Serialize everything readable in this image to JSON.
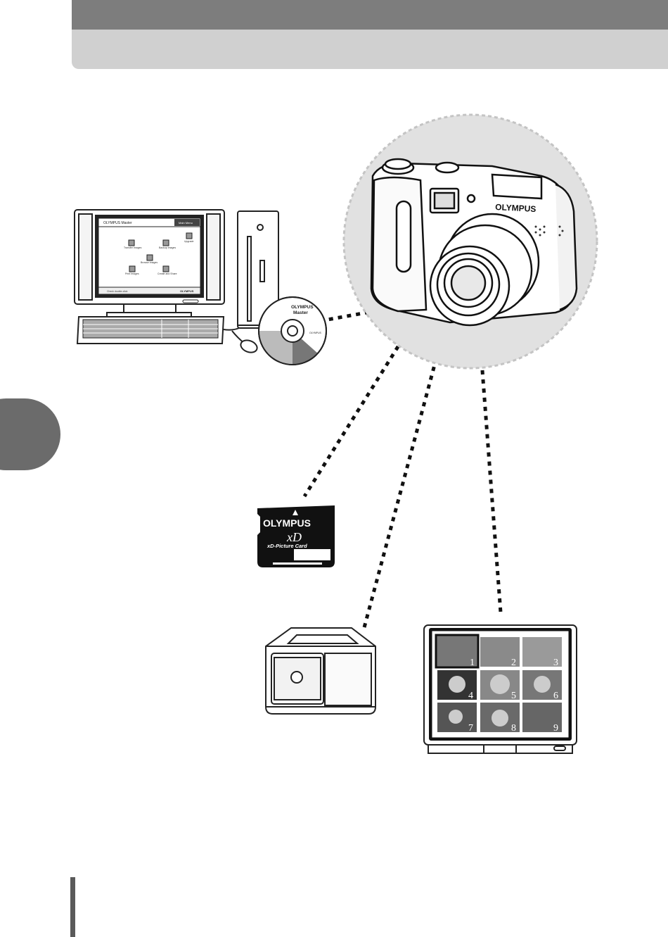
{
  "computer": {
    "app_title": "OLYMPUS Master",
    "main_menu": "Main Menu",
    "menu_items": [
      "Upgrade",
      "Transfer Images",
      "Backup Images",
      "Browse Images",
      "Print Images",
      "Create and Share"
    ],
    "status_text": "Check double-click",
    "brand": "OLYMPUS"
  },
  "cdrom": {
    "label_line1": "OLYMPUS",
    "label_line2": "Master",
    "side_brand": "OLYMPUS"
  },
  "camera": {
    "brand": "OLYMPUS"
  },
  "xd_card": {
    "brand": "OLYMPUS",
    "logo": "xD",
    "name": "xD-Picture Card"
  },
  "tv": {
    "thumbnail_numbers": [
      "1",
      "2",
      "3",
      "4",
      "5",
      "6",
      "7",
      "8",
      "9"
    ]
  },
  "colors": {
    "header_dark": "#7d7d7d",
    "header_light": "#d0d0d0",
    "side_tab": "#6b6b6b",
    "camera_halo": "#e1e1e1"
  }
}
